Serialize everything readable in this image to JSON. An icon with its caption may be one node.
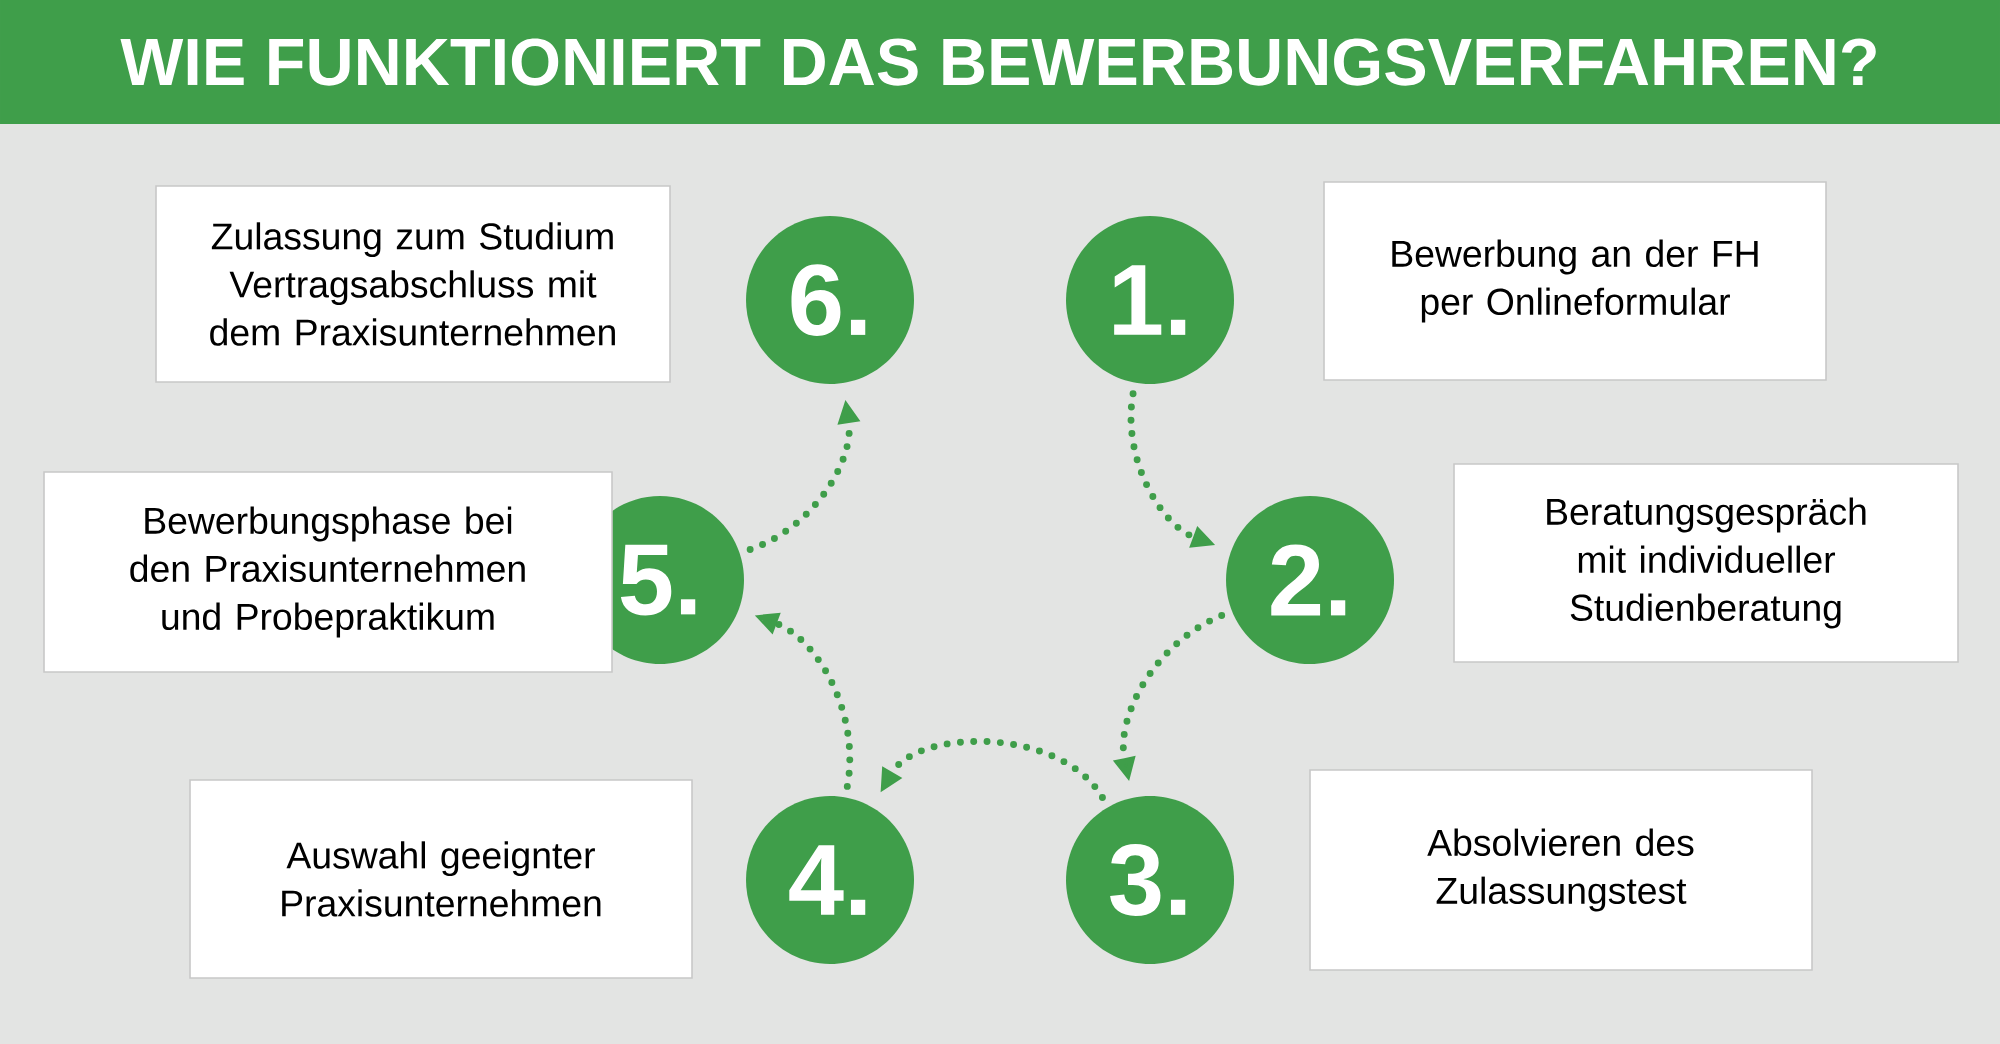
{
  "diagram": {
    "title": "WIE FUNKTIONIERT DAS BEWERBUNGSVERFAHREN?",
    "nodes": [
      {
        "text": [
          "1."
        ]
      },
      {
        "text": [
          "Bewerbung an der FH per Onlineformular"
        ]
      },
      {
        "text": [
          "2."
        ]
      },
      {
        "text": [
          "Beratungsgespräch mit individueller Studienberatung"
        ]
      },
      {
        "text": [
          "3."
        ]
      },
      {
        "text": [
          "Absolvieren des Zulassungstest"
        ]
      },
      {
        "text": [
          "4."
        ]
      },
      {
        "text": [
          "Auswahl geeignter Praxisunternehmen"
        ]
      },
      {
        "text": [
          "5."
        ]
      },
      {
        "text": [
          "Bewerbungsphase bei den Praxisunternehmen und Probepraktikum"
        ]
      },
      {
        "text": [
          "6."
        ]
      },
      {
        "text": [
          "Zulassung zum Studium Vertragsabschluss mit dem Praxisunternehmen"
        ]
      }
    ],
    "edges": [
      {
        "from": 0,
        "to": 2,
        "arrow": "to"
      },
      {
        "from": 2,
        "to": 4,
        "arrow": "to"
      },
      {
        "from": 4,
        "to": 6,
        "arrow": "to"
      },
      {
        "from": 6,
        "to": 8,
        "arrow": "to"
      },
      {
        "from": 8,
        "to": 10,
        "arrow": "to"
      }
    ]
  }
}
